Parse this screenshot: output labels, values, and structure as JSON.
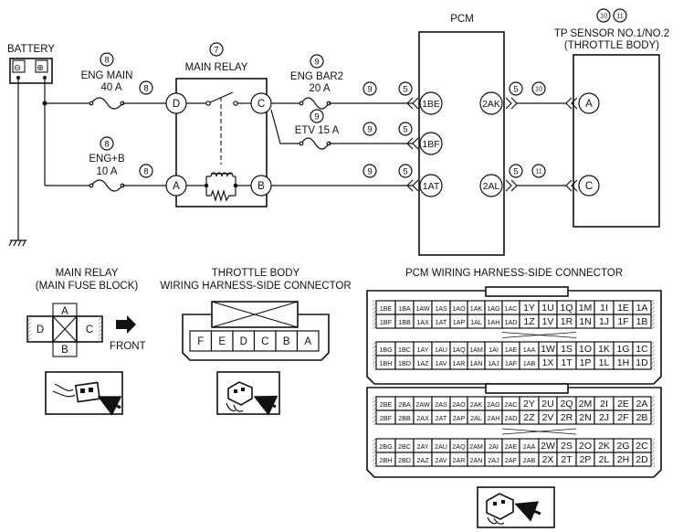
{
  "battery": {
    "label": "BATTERY",
    "neg": "⊖",
    "pos": "⊕"
  },
  "wires": {
    "eng_main": {
      "ref": "8",
      "name": "ENG MAIN",
      "rating": "40 A",
      "circle": "8"
    },
    "eng_b": {
      "ref": "8",
      "name": "ENG+B",
      "rating": "10 A",
      "circle": "8"
    },
    "eng_bar2": {
      "ref": "9",
      "name": "ENG BAR2",
      "rating": "20 A",
      "circle": "9"
    },
    "etv": {
      "ref": "9",
      "name": "ETV 15 A",
      "circle": "9"
    },
    "bottom_circle": "9"
  },
  "main_relay": {
    "ref": "7",
    "title": "MAIN RELAY",
    "terminals": [
      "D",
      "C",
      "A",
      "B"
    ]
  },
  "pcm": {
    "title": "PCM",
    "left_pins": [
      "1BE",
      "1BF",
      "1AT"
    ],
    "right_pins": [
      "2AK",
      "2AL"
    ],
    "pin_ref": "5",
    "out_refs": [
      "10",
      "11"
    ]
  },
  "tp_sensor": {
    "refs": [
      "10",
      "11"
    ],
    "title_line1": "TP SENSOR NO.1/NO.2",
    "title_line2": "(THROTTLE BODY)",
    "pins": [
      "A",
      "C"
    ]
  },
  "relay_connector": {
    "title_line1": "MAIN RELAY",
    "title_line2": "(MAIN FUSE BLOCK)",
    "cells": [
      "A",
      "D",
      "C",
      "B"
    ],
    "front_label": "FRONT"
  },
  "throttle_connector": {
    "title_line1": "THROTTLE BODY",
    "title_line2": "WIRING HARNESS-SIDE CONNECTOR",
    "pins": [
      "F",
      "E",
      "D",
      "C",
      "B",
      "A"
    ]
  },
  "pcm_connector": {
    "title": "PCM WIRING HARNESS-SIDE CONNECTOR",
    "block1": [
      [
        "1BE",
        "1BA",
        "1AW",
        "1AS",
        "1AO",
        "1AK",
        "1AG",
        "1AC",
        "1Y",
        "1U",
        "1Q",
        "1M",
        "1I",
        "1E",
        "1A"
      ],
      [
        "1BF",
        "1BB",
        "1AX",
        "1AT",
        "1AP",
        "1AL",
        "1AH",
        "1AD",
        "1Z",
        "1V",
        "1R",
        "1N",
        "1J",
        "1F",
        "1B"
      ]
    ],
    "block2": [
      [
        "1BG",
        "1BC",
        "1AY",
        "1AU",
        "1AQ",
        "1AM",
        "1AI",
        "1AE",
        "1AA",
        "1W",
        "1S",
        "1O",
        "1K",
        "1G",
        "1C"
      ],
      [
        "1BH",
        "1BD",
        "1AZ",
        "1AV",
        "1AR",
        "1AN",
        "1AJ",
        "1AF",
        "1AB",
        "1X",
        "1T",
        "1P",
        "1L",
        "1H",
        "1D"
      ]
    ],
    "block3": [
      [
        "2BE",
        "2BA",
        "2AW",
        "2AS",
        "2AO",
        "2AK",
        "2AG",
        "2AC",
        "2Y",
        "2U",
        "2Q",
        "2M",
        "2I",
        "2E",
        "2A"
      ],
      [
        "2BF",
        "2BB",
        "2AX",
        "2AT",
        "2AP",
        "2AL",
        "2AH",
        "2AD",
        "2Z",
        "2V",
        "2R",
        "2N",
        "2J",
        "2F",
        "2B"
      ]
    ],
    "block4": [
      [
        "2BG",
        "2BC",
        "2AY",
        "2AU",
        "2AQ",
        "2AM",
        "2AI",
        "2AE",
        "2AA",
        "2W",
        "2S",
        "2O",
        "2K",
        "2G",
        "2C"
      ],
      [
        "2BH",
        "2BD",
        "2AZ",
        "2AV",
        "2AR",
        "2AN",
        "2AJ",
        "2AF",
        "2AB",
        "2X",
        "2T",
        "2P",
        "2L",
        "2H",
        "2D"
      ]
    ]
  }
}
